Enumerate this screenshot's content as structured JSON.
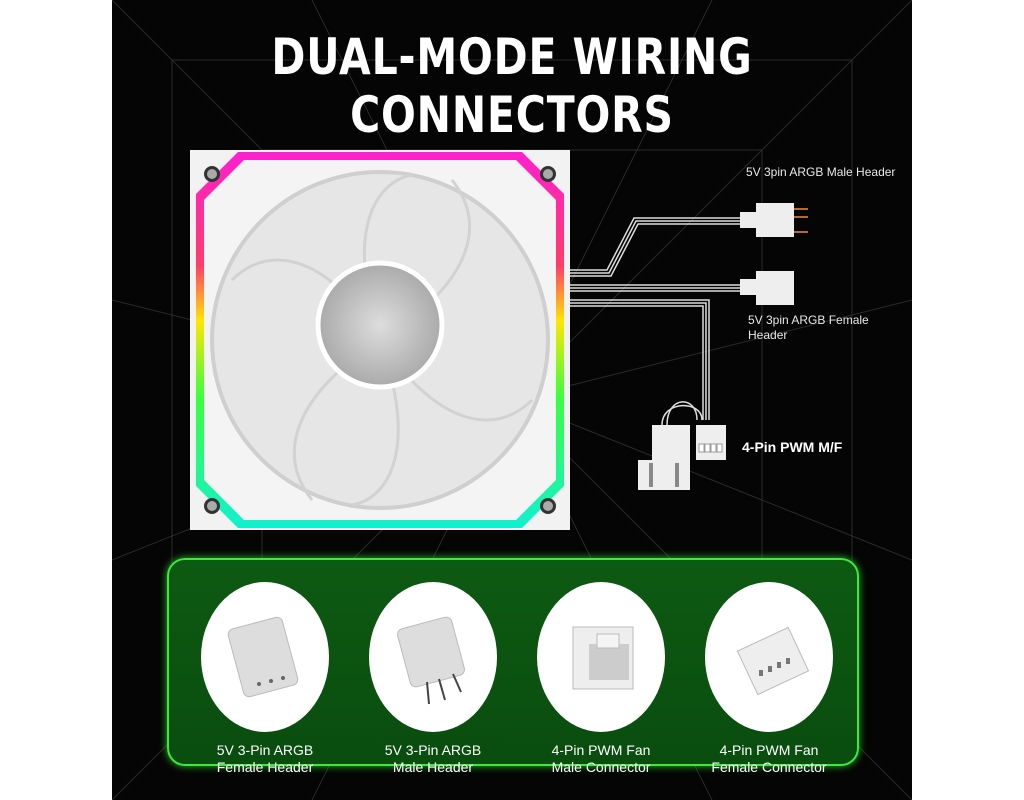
{
  "title": "DUAL-MODE WIRING CONNECTORS",
  "callouts": {
    "argb_male": "5V 3pin ARGB Male Header",
    "argb_female": "5V 3pin ARGB Female Header",
    "pwm": "4-Pin PWM M/F"
  },
  "connectors": [
    {
      "line1": "5V 3-Pin ARGB",
      "line2": "Female Header"
    },
    {
      "line1": "5V 3-Pin ARGB",
      "line2": "Male Header"
    },
    {
      "line1": "4-Pin PWM Fan",
      "line2": "Male Connector"
    },
    {
      "line1": "4-Pin PWM Fan",
      "line2": "Female Connector"
    }
  ],
  "colors": {
    "panel_border": "#3ee83e",
    "panel_bg": "#0b5510",
    "background": "#050505"
  }
}
